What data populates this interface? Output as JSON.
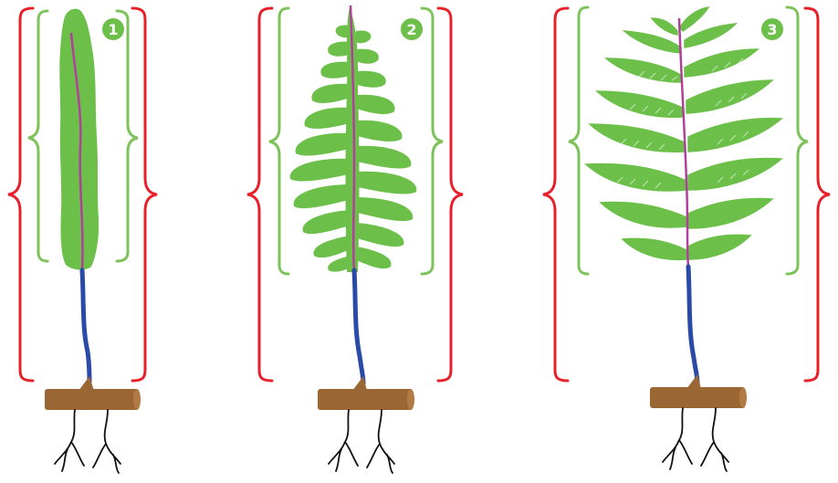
{
  "figures": [
    {
      "number": "1",
      "frond_type": "simple"
    },
    {
      "number": "2",
      "frond_type": "pinnatifid"
    },
    {
      "number": "3",
      "frond_type": "bipinnate"
    }
  ],
  "colors": {
    "blade_green": "#6cc04a",
    "bracket_green": "#7dc35a",
    "bracket_red": "#e8202a",
    "rachis": "#b0409a",
    "stipe": "#2a4aa8",
    "rhizome": "#9a6634",
    "roots": "#111111"
  },
  "icons": [
    "number-badge-icon",
    "frond-blade-icon",
    "rhizome-icon",
    "root-icon"
  ]
}
